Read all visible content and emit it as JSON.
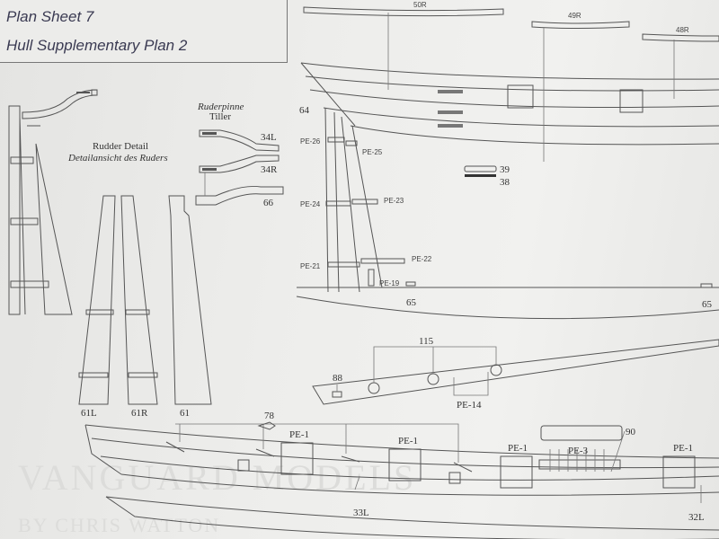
{
  "title_block": {
    "sheet": "Plan Sheet 7",
    "subtitle": "Hull Supplementary Plan 2"
  },
  "rudder": {
    "title": "Rudder Detail",
    "title_de": "Detailansicht des Ruders",
    "parts": [
      "61L",
      "61R",
      "61"
    ]
  },
  "tiller": {
    "title_de": "Ruderpinne",
    "title": "Tiller",
    "parts": [
      "34L",
      "34R",
      "66"
    ]
  },
  "stern": {
    "labels": [
      "50R",
      "49R",
      "48R",
      "64",
      "39",
      "38",
      "65",
      "65"
    ],
    "pe_labels": [
      "PE-26",
      "PE-25",
      "PE-24",
      "PE-23",
      "PE-21",
      "PE-22",
      "PE-19"
    ]
  },
  "keel": {
    "labels": [
      "115",
      "88",
      "PE-14"
    ]
  },
  "side": {
    "labels": [
      "78",
      "PE-1",
      "PE-1",
      "PE-1",
      "PE-3",
      "90",
      "PE-1",
      "33L",
      "32L"
    ]
  },
  "watermark": {
    "line1": "VANGUARD MODELS",
    "line2": "BY CHRIS WATTON"
  }
}
